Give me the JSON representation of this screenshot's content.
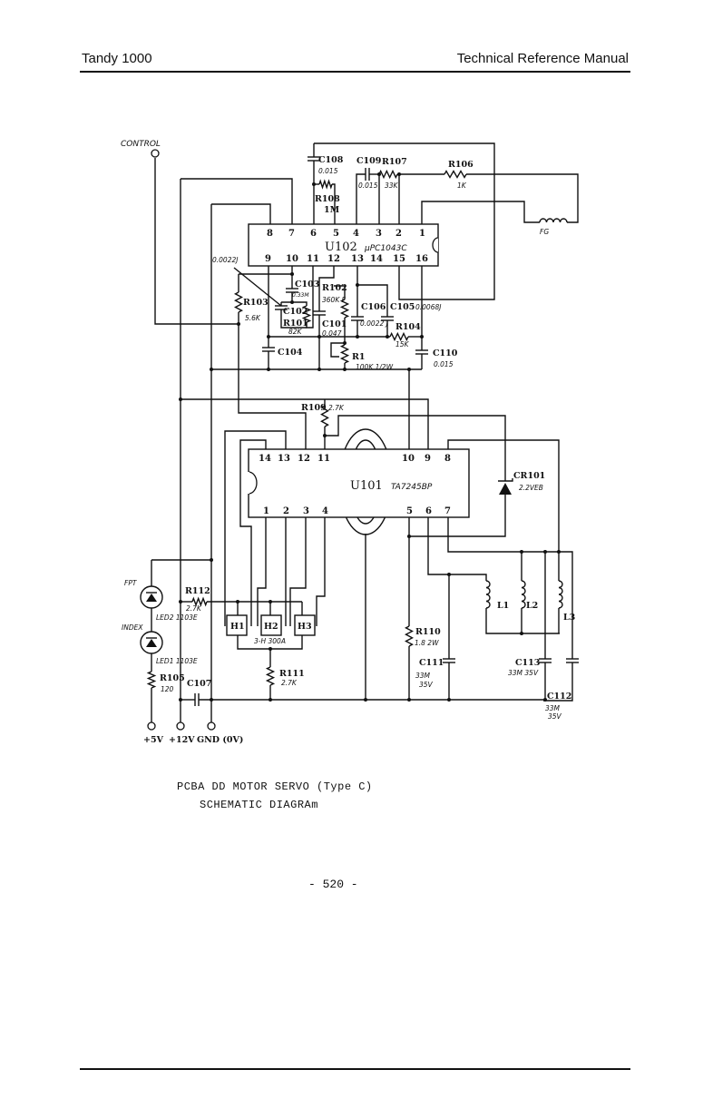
{
  "header": {
    "left": "Tandy 1000",
    "right": "Technical Reference Manual"
  },
  "schematic": {
    "labels": [
      "CONTROL",
      "C108",
      "0.015",
      "C109",
      "R107",
      "R106",
      "0.015",
      "33K",
      "1K",
      "R108",
      "1M",
      "FG",
      "U102",
      "μPC1043C",
      "0.0022J",
      "C103",
      "0.33M",
      "R102",
      "360K F",
      "R103",
      "5.6K",
      "C102",
      "R101",
      "82K",
      "C101",
      "0.047",
      "C106",
      "0.0022 J",
      "C105",
      "0.0068J",
      "R104",
      "15K",
      "C104",
      "R1",
      "100K 1/2W",
      "C110",
      "0.015",
      "R109",
      "2.7K",
      "U101",
      "TA7245BP",
      "CR101",
      "2.2VEB",
      "FPT",
      "R112",
      "2.7K",
      "LED2 1103E",
      "INDEX",
      "LED1 1103E",
      "R105",
      "120",
      "C107",
      "H1",
      "H2",
      "H3",
      "3-H 300A",
      "R111",
      "2.7K",
      "R110",
      "1.8 2W",
      "C111",
      "33M",
      "35V",
      "L1",
      "L2",
      "L3",
      "C113",
      "33M 35V",
      "C112",
      "33M",
      "35V",
      "+5V",
      "+12V",
      "GND (0V)"
    ],
    "u102_top_pins": [
      "8",
      "7",
      "6",
      "5",
      "4",
      "3",
      "2",
      "1"
    ],
    "u102_bottom_pins": [
      "9",
      "10",
      "11",
      "12",
      "13",
      "14",
      "15",
      "16"
    ],
    "u101_top_pins": [
      "14",
      "13",
      "12",
      "11",
      "10",
      "9",
      "8"
    ],
    "u101_bottom_pins": [
      "1",
      "2",
      "3",
      "4",
      "5",
      "6",
      "7"
    ]
  },
  "caption": {
    "line1": "PCBA DD MOTOR SERVO (Type C)",
    "line2": "SCHEMATIC DIAGRAm"
  },
  "page_number": "- 520 -"
}
